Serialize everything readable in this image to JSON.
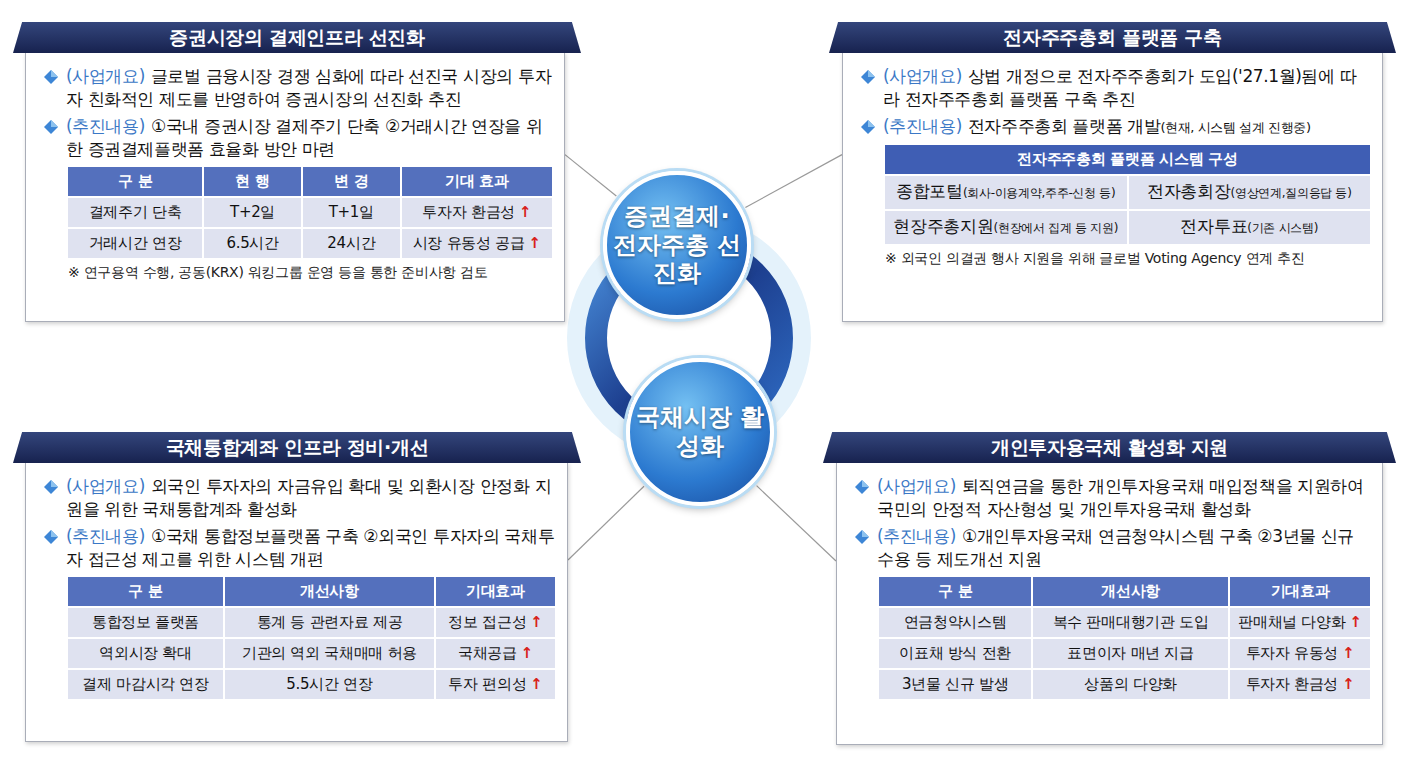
{
  "diagram": {
    "nodes": [
      {
        "text": [
          "증권시장의 결제인프라 선진화",
          "(사업개요)",
          "글로벌 금융시장 경쟁 심화에 따라 선진국 시장의 투자자 친화적인 제도를 반영하여 증권시장의 선진화 추진",
          "(추진내용)",
          "①국내 증권시장 결제주기 단축 ②거래시간 연장을 위한 증권결제플랫폼 효율화 방안 마련",
          "※ 연구용역 수행, 공동(KRX) 워킹그룹 운영 등을 통한 준비사항 검토"
        ]
      },
      {
        "text": [
          "전자주주총회 플랫폼 구축",
          "(사업개요)",
          "상법 개정으로 전자주주총회가 도입('27.1월)됨에 따라 전자주주총회 플랫폼 구축 추진",
          "(추진내용)",
          "전자주주총회 플랫폼 개발",
          "(현재, 시스템 설계 진행중)",
          "※ 외국인 의결권 행사 지원을 위해 글로벌 Voting Agency 연계 추진"
        ]
      },
      {
        "text": [
          "증권결제· 전자주총 선진화"
        ]
      },
      {
        "text": [
          "국채시장 활성화"
        ]
      },
      {
        "text": [
          "국채통합계좌 인프라 정비·개선",
          "(사업개요)",
          "외국인 투자자의 자금유입 확대 및 외환시장 안정화 지원을 위한 국채통합계좌 활성화",
          "(추진내용)",
          "①국채 통합정보플랫폼 구축 ②외국인 투자자의 국채투자 접근성 제고를 위한 시스템 개편"
        ]
      },
      {
        "text": [
          "개인투자용국채 활성화 지원",
          "(사업개요)",
          "퇴직연금을 통한 개인투자용국채 매입정책을 지원하여 국민의 안정적 자산형성 및 개인투자용국채 활성화",
          "(추진내용)",
          "①개인투자용국채 연금청약시스템 구축 ②3년물 신규수용 등 제도개선 지원"
        ]
      }
    ],
    "edges": [
      {
        "from": 2,
        "to": 0,
        "arrow": "none"
      },
      {
        "from": 2,
        "to": 1,
        "arrow": "none"
      },
      {
        "from": 3,
        "to": 4,
        "arrow": "none"
      },
      {
        "from": 3,
        "to": 5,
        "arrow": "none"
      }
    ],
    "labels": [
      "구 분",
      "현 행",
      "변 경",
      "기대 효과",
      "결제주기 단축",
      "T+2일",
      "T+1일",
      "투자자 환금성",
      "↑",
      "거래시간 연장",
      "6.5시간",
      "24시간",
      "시장 유동성 공급",
      "↑",
      "전자주주총회 플랫폼 시스템 구성",
      "종합포털",
      "(회사-이용계약,주주-신청 등)",
      "전자총회장",
      "(영상연계,질의응답 등)",
      "현장주총지원",
      "(현장에서 집계 등 지원)",
      "전자투표",
      "(기존 시스템)",
      "구 분",
      "개선사항",
      "기대효과",
      "통합정보 플랫폼",
      "통계 등 관련자료 제공",
      "정보 접근성",
      "↑",
      "역외시장 확대",
      "기관의 역외 국채매매 허용",
      "국채공급",
      "↑",
      "결제 마감시각 연장",
      "5.5시간 연장",
      "투자 편의성",
      "↑",
      "구 분",
      "개선사항",
      "기대효과",
      "연금청약시스템",
      "복수 판매대행기관 도입",
      "판매채널 다양화",
      "↑",
      "이표채 방식 전환",
      "표면이자 매년 지급",
      "투자자 유동성",
      "↑",
      "3년물 신규 발생",
      "상품의 다양화",
      "투자자 환금성",
      "↑"
    ]
  }
}
